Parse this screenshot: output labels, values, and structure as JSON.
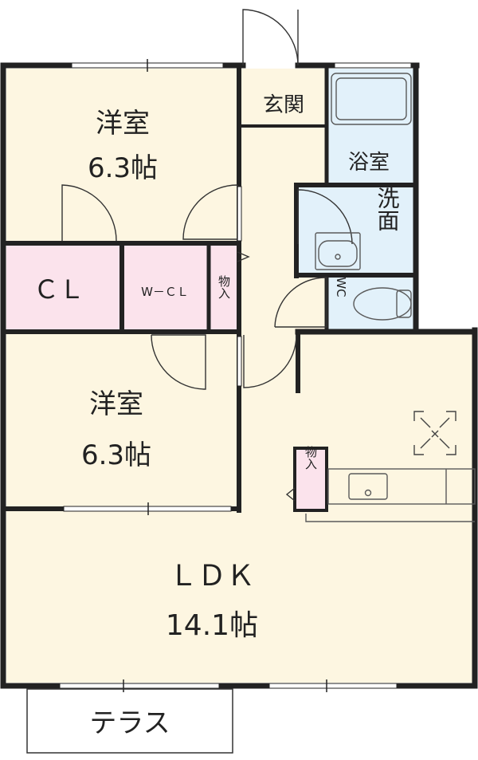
{
  "rooms": {
    "bedroom_top": {
      "name": "洋室",
      "size": "6.3帖"
    },
    "closet": {
      "name": "ＣＬ"
    },
    "walkin_closet": {
      "name": "W－ＣＬ"
    },
    "storage_1": {
      "name": "物入"
    },
    "bedroom_bottom": {
      "name": "洋室",
      "size": "6.3帖"
    },
    "entrance": {
      "name": "玄関"
    },
    "bathroom": {
      "name": "浴室"
    },
    "washroom": {
      "name": "洗面"
    },
    "toilet": {
      "name": "WC"
    },
    "storage_2": {
      "name": "物入"
    },
    "ldk": {
      "name": "ＬＤＫ",
      "size": "14.1帖"
    },
    "terrace": {
      "name": "テラス"
    }
  },
  "colors": {
    "room_fill": "#fdf6e1",
    "closet_fill": "#fbe3ec",
    "wet_fill": "#e2f1fa",
    "wall": "#222222",
    "fixture": "#5a5a5a"
  }
}
